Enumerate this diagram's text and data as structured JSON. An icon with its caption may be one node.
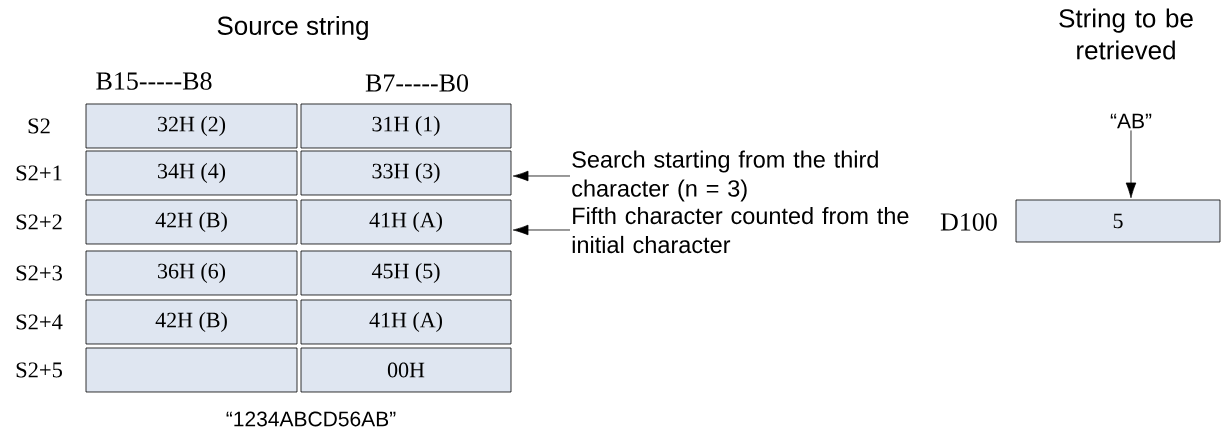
{
  "diagram": {
    "nodes": [
      {
        "text": [
          "32H (2)"
        ]
      },
      {
        "text": [
          "31H (1)"
        ]
      },
      {
        "text": [
          "34H (4)"
        ]
      },
      {
        "text": [
          "33H (3)"
        ]
      },
      {
        "text": [
          "42H (B)"
        ]
      },
      {
        "text": [
          "41H (A)"
        ]
      },
      {
        "text": [
          "36H (6)"
        ]
      },
      {
        "text": [
          "45H (5)"
        ]
      },
      {
        "text": [
          "42H (B)"
        ]
      },
      {
        "text": [
          "41H (A)"
        ]
      },
      {
        "text": [],
        "shape": "box"
      },
      {
        "text": [
          "00H"
        ]
      },
      {
        "text": [
          "5"
        ],
        "beside": [
          "D100"
        ]
      },
      {
        "text": [
          "Search starting from the third character (n = 3)"
        ]
      },
      {
        "text": [
          "Fifth character counted from the initial character"
        ]
      },
      {
        "text": [
          "“AB”"
        ]
      }
    ],
    "edges": [
      {
        "from": 13,
        "to": 3,
        "arrow": "to"
      },
      {
        "from": 14,
        "to": 5,
        "arrow": "to"
      },
      {
        "from": 15,
        "to": 12,
        "arrow": "to"
      }
    ],
    "labels": [
      "Source string",
      "String to be retrieved",
      "B15-----B8",
      "B7-----B0",
      "S2",
      "S2+1",
      "S2+2",
      "S2+3",
      "S2+4",
      "S2+5",
      "“1234ABCD56AB”"
    ]
  }
}
